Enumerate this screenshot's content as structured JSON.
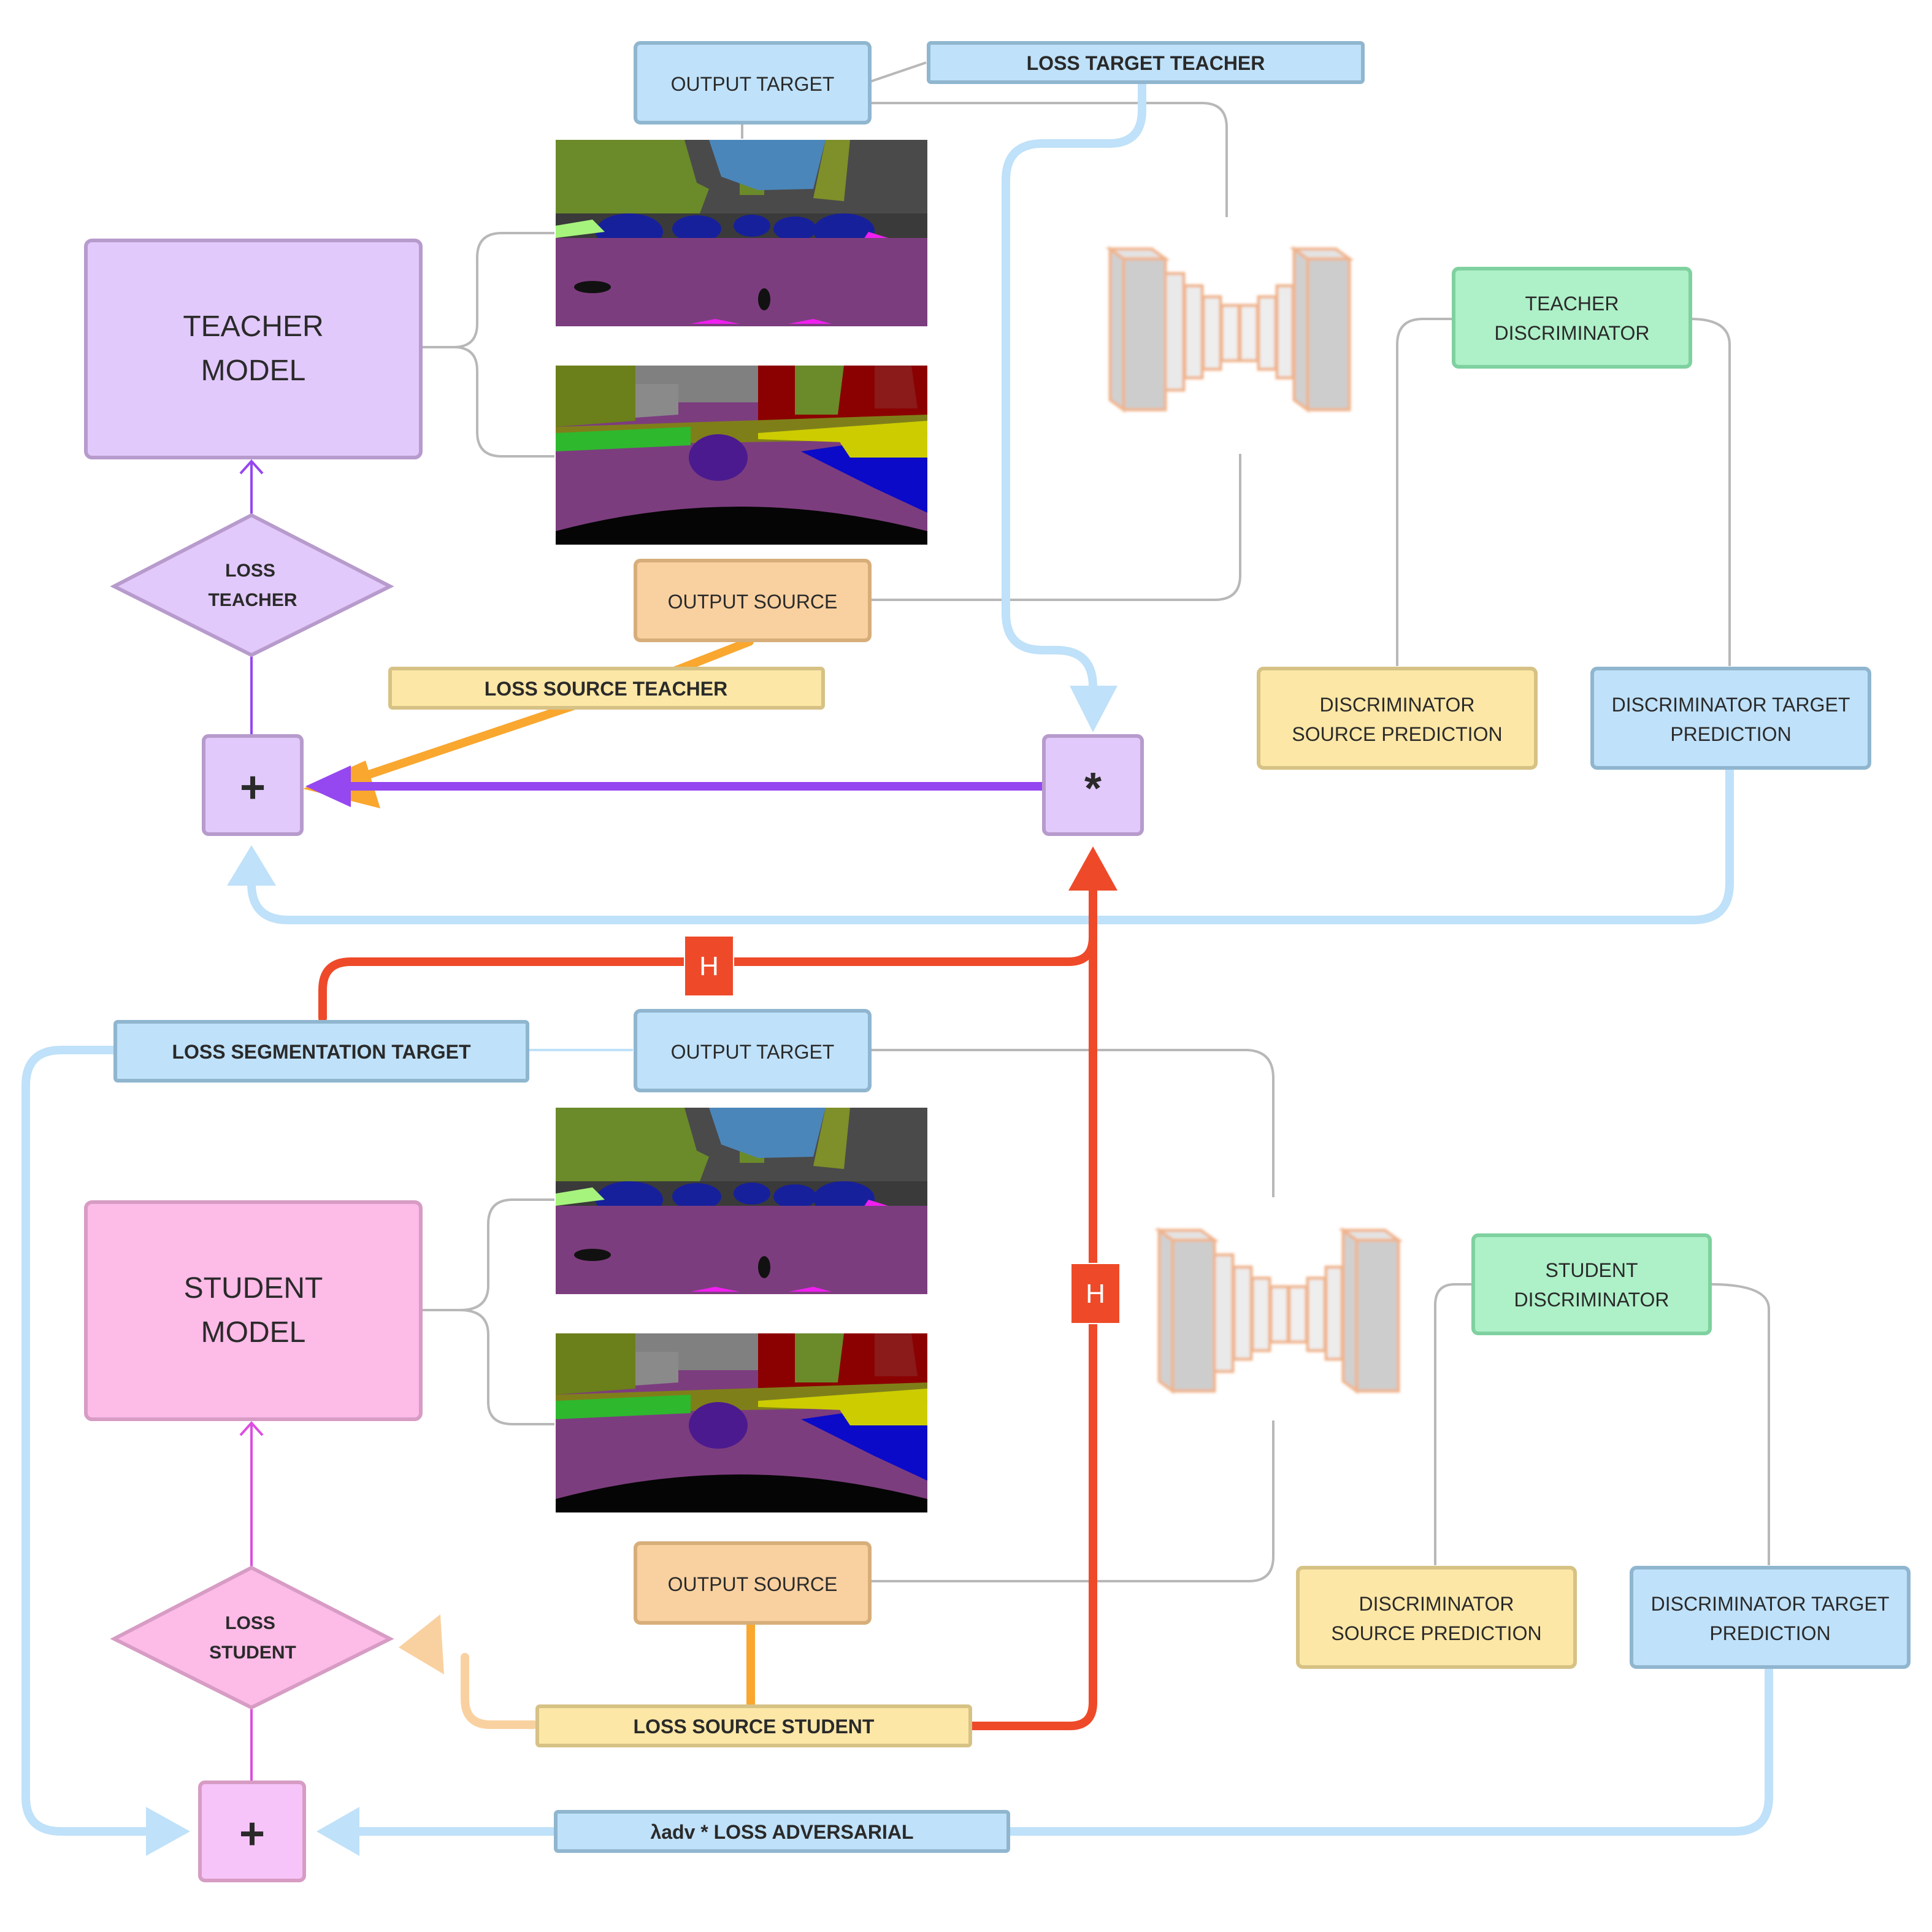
{
  "teacher": {
    "model_line1": "TEACHER",
    "model_line2": "MODEL",
    "output_target": "OUTPUT TARGET",
    "loss_target_teacher": "LOSS TARGET TEACHER",
    "output_source": "OUTPUT SOURCE",
    "loss_source_teacher": "LOSS SOURCE TEACHER",
    "loss_line1": "LOSS",
    "loss_line2": "TEACHER",
    "plus": "+",
    "multiply": "*",
    "discriminator_line1": "TEACHER",
    "discriminator_line2": "DISCRIMINATOR",
    "disc_source_line1": "DISCRIMINATOR",
    "disc_source_line2": "SOURCE PREDICTION",
    "disc_target_line1": "DISCRIMINATOR TARGET",
    "disc_target_line2": "PREDICTION"
  },
  "student": {
    "model_line1": "STUDENT",
    "model_line2": "MODEL",
    "loss_segmentation_target": "LOSS SEGMENTATION TARGET",
    "output_target": "OUTPUT TARGET",
    "output_source": "OUTPUT SOURCE",
    "loss_source_student": "LOSS SOURCE STUDENT",
    "loss_line1": "LOSS",
    "loss_line2": "STUDENT",
    "plus": "+",
    "adversarial": "λadv * LOSS ADVERSARIAL",
    "discriminator_line1": "STUDENT",
    "discriminator_line2": "DISCRIMINATOR",
    "disc_source_line1": "DISCRIMINATOR",
    "disc_source_line2": "SOURCE PREDICTION",
    "disc_target_line1": "DISCRIMINATOR TARGET",
    "disc_target_line2": "PREDICTION"
  },
  "h_label": "H",
  "colors": {
    "purple_fill": "#e2c9fb",
    "purple_stroke": "#b79bcc",
    "pink_fill": "#fdbbe8",
    "pink_stroke": "#d79cc4",
    "blue_fill": "#bfe1f9",
    "blue_stroke": "#90b6cf",
    "orange_fill": "#f9d1a0",
    "orange_stroke": "#d7ae7a",
    "yellow_fill": "#fde7a6",
    "yellow_stroke": "#d7c285",
    "green_fill": "#aef0c8",
    "green_stroke": "#7fd19f",
    "arrow_orange": "#f9a72f",
    "arrow_purple": "#9547f0",
    "arrow_red": "#ee4a2a",
    "arrow_lightblue": "#bfe1f9",
    "arrow_magenta": "#dc4ee0",
    "connector_gray": "#b8b8b8"
  },
  "icons": {
    "network": "encoder-decoder-network-icon",
    "segmentation_map": "segmentation-map-image"
  }
}
